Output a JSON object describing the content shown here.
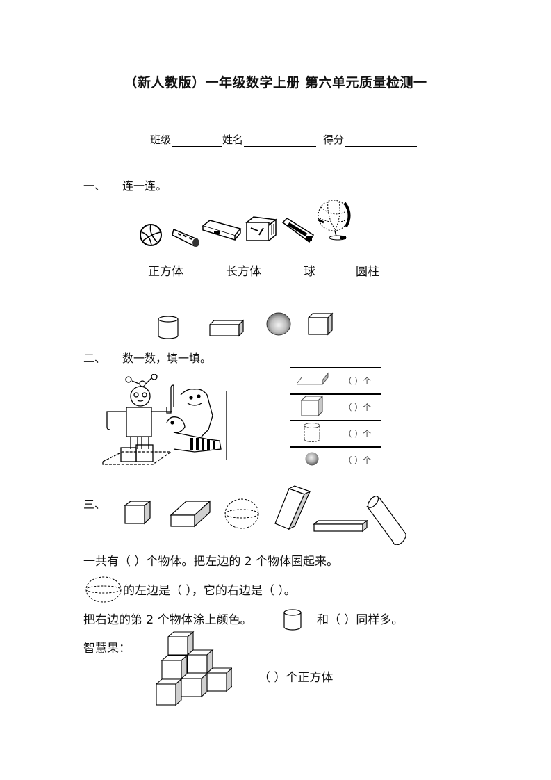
{
  "document": {
    "title": "（新人教版）一年级数学上册  第六单元质量检测一",
    "info": {
      "class_label": "班级",
      "name_label": "姓名",
      "score_label": "得分"
    }
  },
  "section1": {
    "number": "一、",
    "instruction": "连一连。",
    "objects": [
      "volleyball-icon",
      "roll-icon",
      "pencil-box-icon",
      "gift-box-icon",
      "toothpaste-box-icon",
      "globe-icon"
    ],
    "shape_names": [
      "正方体",
      "长方体",
      "球",
      "圆柱"
    ],
    "shapes": [
      "cylinder-icon",
      "cuboid-icon",
      "sphere-icon",
      "cube-icon"
    ]
  },
  "section2": {
    "number": "二、",
    "instruction": "数一数，填一填。",
    "table": [
      {
        "shape": "cuboid-icon",
        "answer": "（    ）个"
      },
      {
        "shape": "cube-icon",
        "answer": "（    ）个"
      },
      {
        "shape": "cylinder-icon",
        "answer": "（    ）个"
      },
      {
        "shape": "sphere-icon",
        "answer": "（    ）个"
      }
    ]
  },
  "section3": {
    "number": "三、",
    "shapes": [
      "cube-icon",
      "cuboid-icon",
      "sphere-icon",
      "tilted-cuboid-icon",
      "flat-cuboid-icon",
      "tilted-cylinder-icon"
    ],
    "q1": "一共有（   ）个物体。把左边的 2 个物体圈起来。",
    "q2_part1": "的左边是（         ），它的右边是（         ）。",
    "q3_part1": "把右边的第 2 个物体涂上颜色。",
    "q3_part2": "和（         ）同样多。",
    "bonus_label": "智慧果：",
    "bonus_answer": "（         ）个正方体"
  }
}
